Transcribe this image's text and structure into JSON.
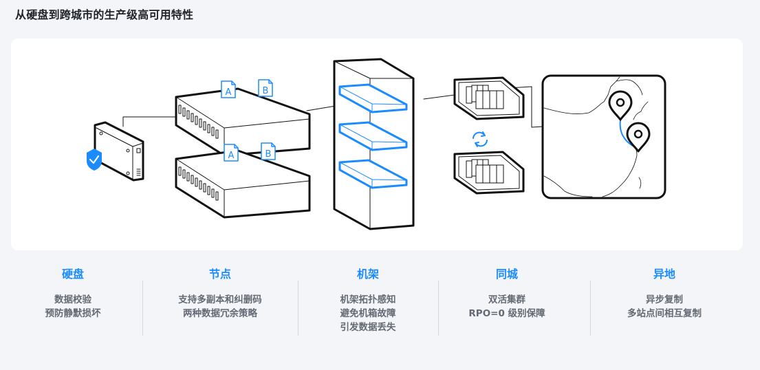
{
  "page": {
    "title": "从硬盘到跨城市的生产级高可用特性"
  },
  "diagram": {
    "accent_color": "#1a8cff",
    "stroke_color": "#111111",
    "elements": [
      {
        "name": "disk",
        "icon": "shield-check-icon"
      },
      {
        "name": "node-1",
        "files": [
          "A",
          "B"
        ]
      },
      {
        "name": "node-2",
        "files": [
          "A",
          "B"
        ]
      },
      {
        "name": "rack",
        "slots": 3
      },
      {
        "name": "datacenter-1"
      },
      {
        "name": "sync-icon"
      },
      {
        "name": "datacenter-2"
      },
      {
        "name": "map",
        "pins": 2
      }
    ]
  },
  "features": [
    {
      "heading": "硬盘",
      "description": "数据校验\n预防静默损坏"
    },
    {
      "heading": "节点",
      "description": "支持多副本和纠删码\n两种数据冗余策略"
    },
    {
      "heading": "机架",
      "description": "机架拓扑感知\n避免机箱故障\n引发数据丢失"
    },
    {
      "heading": "同城",
      "description": "双活集群\nRPO=0 级别保障"
    },
    {
      "heading": "异地",
      "description": "异步复制\n多站点间相互复制"
    }
  ]
}
